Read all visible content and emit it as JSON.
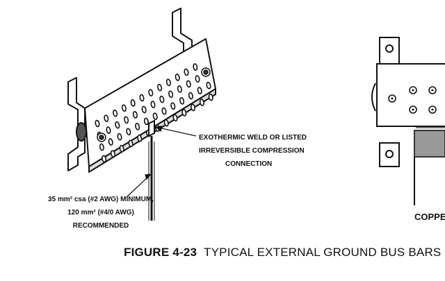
{
  "callouts": {
    "weld": [
      "EXOTHERMIC WELD OR LISTED",
      "IRREVERSIBLE COMPRESSION",
      "CONNECTION"
    ],
    "cable": [
      "35 mm² csa (#2 AWG) MINIMUM,",
      "120 mm² (#4/0 AWG)",
      "RECOMMENDED"
    ],
    "copper": "COPPE"
  },
  "caption": {
    "figure": "FIGURE 4-23",
    "text": "TYPICAL EXTERNAL GROUND BUS BARS"
  }
}
